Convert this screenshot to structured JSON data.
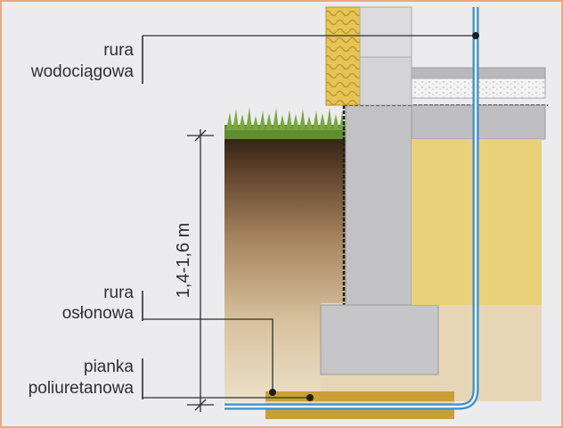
{
  "labels": {
    "water_pipe": [
      "rura",
      "wodociągowa"
    ],
    "sleeve_pipe": [
      "rura",
      "osłonowa"
    ],
    "foam": [
      "pianka",
      "poliuretanowa"
    ]
  },
  "dimension": {
    "text": "1,4-1,6 m"
  },
  "colors": {
    "background": "#ececee",
    "border": "#f0a77a",
    "soil_top": "#3a2a1c",
    "soil_mid": "#9c7a55",
    "soil_bottom": "#e3cfaa",
    "grass": "#6e9a3a",
    "concrete": "#c4c4c6",
    "concrete_dark": "#a8a8aa",
    "insulation": "#e6c455",
    "sand_fill": "#ecd17e",
    "pipe_blue": "#3f8fc4",
    "pipe_light": "#eaf4fa",
    "foam": "#c99f36",
    "line": "#2f2f2f"
  }
}
